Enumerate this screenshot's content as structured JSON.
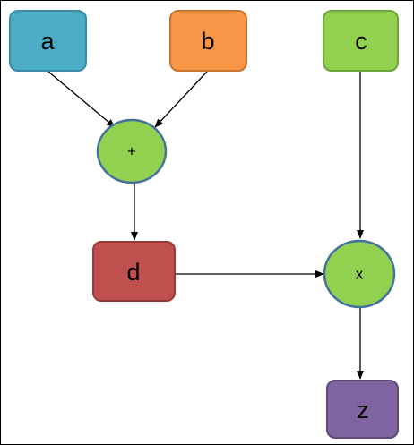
{
  "diagram": {
    "nodes": [
      {
        "id": "a",
        "label": "a",
        "shape": "rounded-rect",
        "fill": "#4BACC6",
        "stroke": "#3A8BA3"
      },
      {
        "id": "b",
        "label": "b",
        "shape": "rounded-rect",
        "fill": "#F79646",
        "stroke": "#C9742F"
      },
      {
        "id": "c",
        "label": "c",
        "shape": "rounded-rect",
        "fill": "#92D050",
        "stroke": "#6FA23A"
      },
      {
        "id": "plus",
        "label": "+",
        "shape": "circle",
        "fill": "#92D050",
        "stroke": "#41719C"
      },
      {
        "id": "d",
        "label": "d",
        "shape": "rounded-rect",
        "fill": "#C0504D",
        "stroke": "#9A3A38"
      },
      {
        "id": "x",
        "label": "x",
        "shape": "circle",
        "fill": "#92D050",
        "stroke": "#41719C"
      },
      {
        "id": "z",
        "label": "z",
        "shape": "rounded-rect",
        "fill": "#8064A2",
        "stroke": "#5E4A7A"
      }
    ],
    "edges": [
      {
        "from": "a",
        "to": "plus"
      },
      {
        "from": "b",
        "to": "plus"
      },
      {
        "from": "plus",
        "to": "d"
      },
      {
        "from": "d",
        "to": "x"
      },
      {
        "from": "c",
        "to": "x"
      },
      {
        "from": "x",
        "to": "z"
      }
    ],
    "colors": {
      "edge": "#000000",
      "border": "#000000",
      "background": "#FFFFFF"
    }
  }
}
